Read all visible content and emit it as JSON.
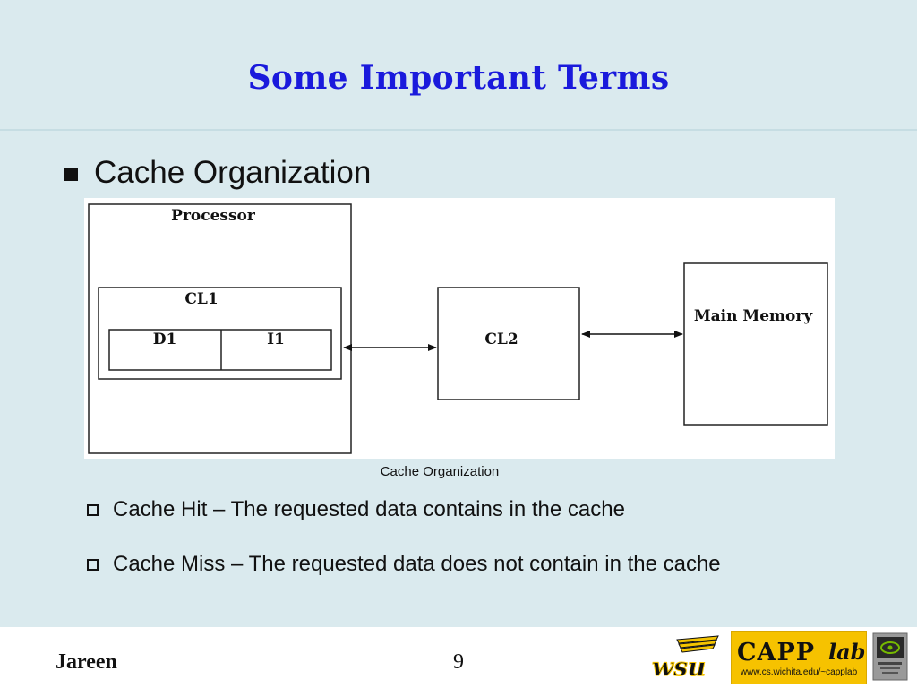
{
  "slide": {
    "title": "Some Important Terms",
    "main_bullet": "Cache Organization",
    "caption": "Cache Organization",
    "sub_bullets": [
      "Cache Hit – The requested data contains in the cache",
      "Cache Miss – The requested data does not contain in the cache"
    ]
  },
  "diagram": {
    "processor_label": "Processor",
    "cl1_label": "CL1",
    "d1_label": "D1",
    "i1_label": "I1",
    "cl2_label": "CL2",
    "main_memory_label": "Main Memory"
  },
  "footer": {
    "author": "Jareen",
    "page_number": "9",
    "capp_logo_text": "CAPP",
    "capp_logo_lab": "lab",
    "capp_logo_url": "www.cs.wichita.edu/~capplab",
    "wsu_logo_text": "wsu"
  },
  "colors": {
    "background": "#daeaee",
    "title": "#1a1adc",
    "capp_logo": "#f6c200"
  }
}
